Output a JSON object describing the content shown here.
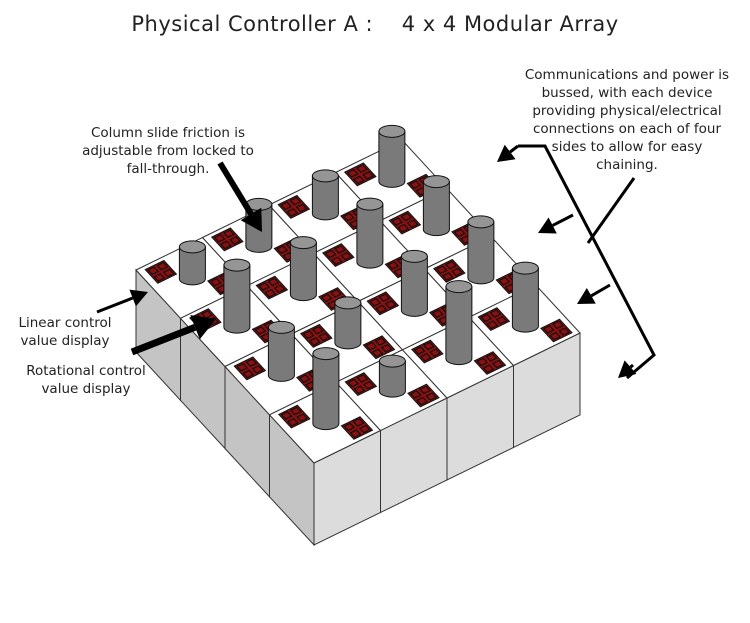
{
  "title": "Physical Controller A :    4 x 4 Modular Array",
  "annotations": {
    "bus": [
      "Communications and power is",
      "bussed, with each device",
      "providing physical/electrical",
      "connections on each of four",
      "sides to allow for easy",
      "chaining."
    ],
    "friction": [
      "Column slide friction is",
      "adjustable from locked to",
      "fall-through."
    ],
    "linear": [
      "Linear control",
      "value display"
    ],
    "rotational": [
      "Rotational control",
      "value display"
    ]
  },
  "grid": {
    "rows": 4,
    "cols": 4
  },
  "colors": {
    "tile_top": "#ffffff",
    "side_light": "#dcdcdc",
    "side_dark": "#c4c4c4",
    "column": "#7a7a7a",
    "display": "#8b1010"
  }
}
